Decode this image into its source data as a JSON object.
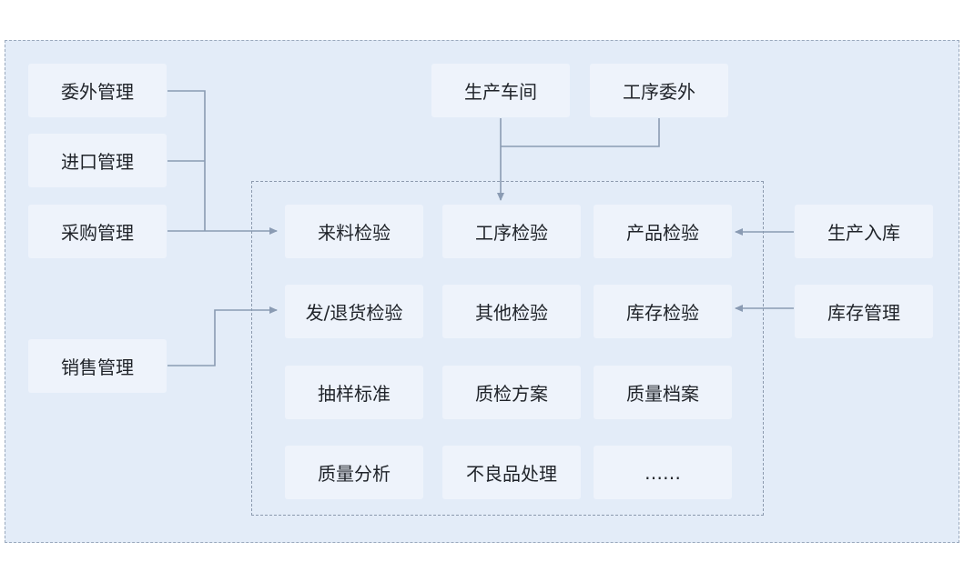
{
  "diagram": {
    "left_sources": [
      "委外管理",
      "进口管理",
      "采购管理",
      "销售管理"
    ],
    "top_sources": [
      "生产车间",
      "工序委外"
    ],
    "right_sources": [
      "生产入库",
      "库存管理"
    ],
    "modules": [
      [
        "来料检验",
        "工序检验",
        "产品检验"
      ],
      [
        "发/退货检验",
        "其他检验",
        "库存检验"
      ],
      [
        "抽样标准",
        "质检方案",
        "质量档案"
      ],
      [
        "质量分析",
        "不良品处理",
        "……"
      ]
    ]
  },
  "colors": {
    "outer_bg": "#e3ecf8",
    "box_bg": "#eef3fb",
    "line": "#8a9bb3",
    "border": "#9aa9bd"
  }
}
